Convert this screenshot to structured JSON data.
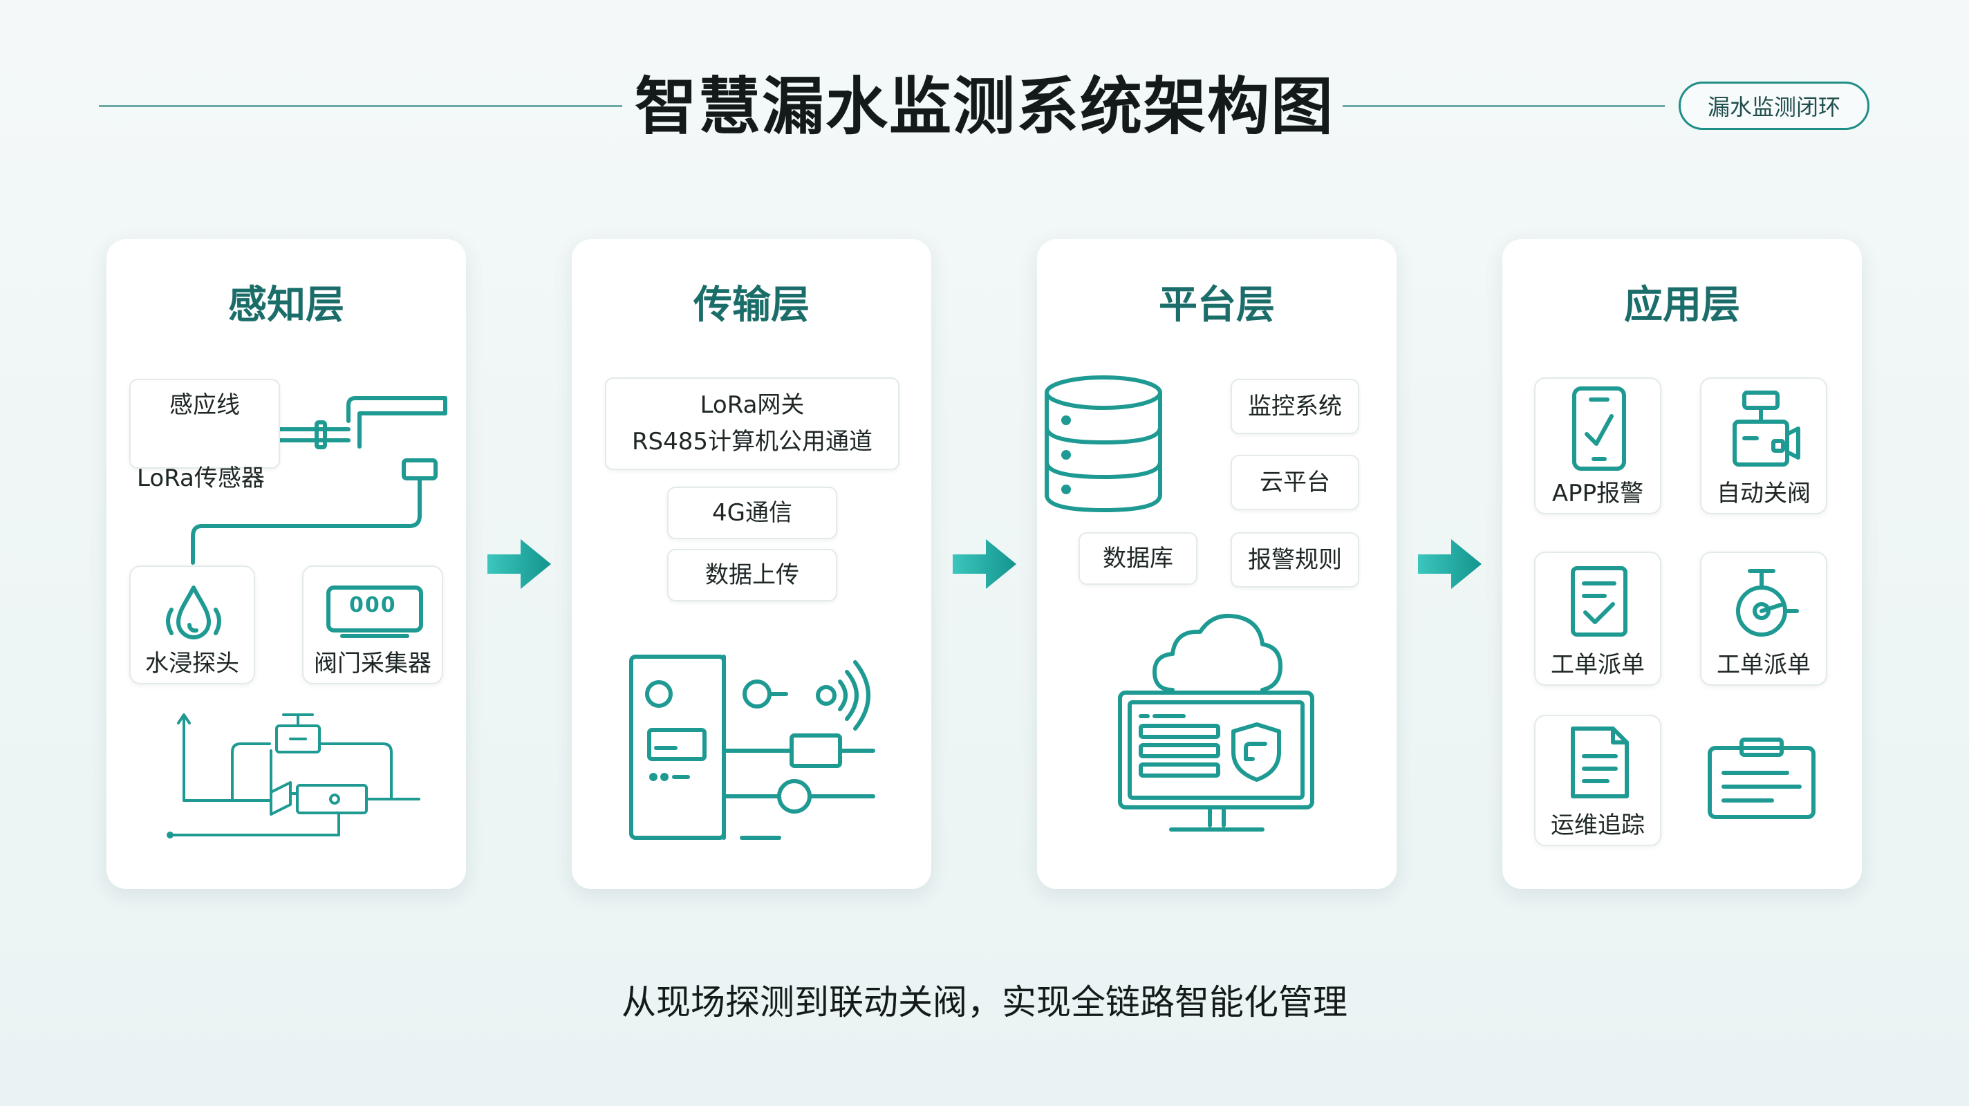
{
  "header": {
    "title": "智慧漏水监测系统架构图",
    "badge": "漏水监测闭环"
  },
  "layers": {
    "sensing": {
      "title": "感知层",
      "sensor_line_label": "感应线",
      "lora_sensor_label": "LoRa传感器",
      "probe_label": "水浸探头",
      "collector_label": "阀门采集器",
      "collector_display": "000"
    },
    "transport": {
      "title": "传输层",
      "gateway_line1": "LoRa网关",
      "gateway_line2": "RS485计算机公用通道",
      "cellular": "4G通信",
      "upload": "数据上传"
    },
    "platform": {
      "title": "平台层",
      "monitor": "监控系统",
      "cloud": "云平台",
      "database": "数据库",
      "alarm_rules": "报警规则"
    },
    "application": {
      "title": "应用层",
      "app_alarm": "APP报警",
      "auto_valve": "自动关阀",
      "work_order_1": "工单派单",
      "work_order_2": "工单派单",
      "ops_tracking": "运维追踪"
    }
  },
  "footer": {
    "tagline": "从现场探测到联动关阀，实现全链路智能化管理"
  },
  "colors": {
    "accent": "#1e9a93",
    "title_teal": "#1b6d6a",
    "arrow_start": "#3cc6bd",
    "arrow_end": "#13958e"
  }
}
